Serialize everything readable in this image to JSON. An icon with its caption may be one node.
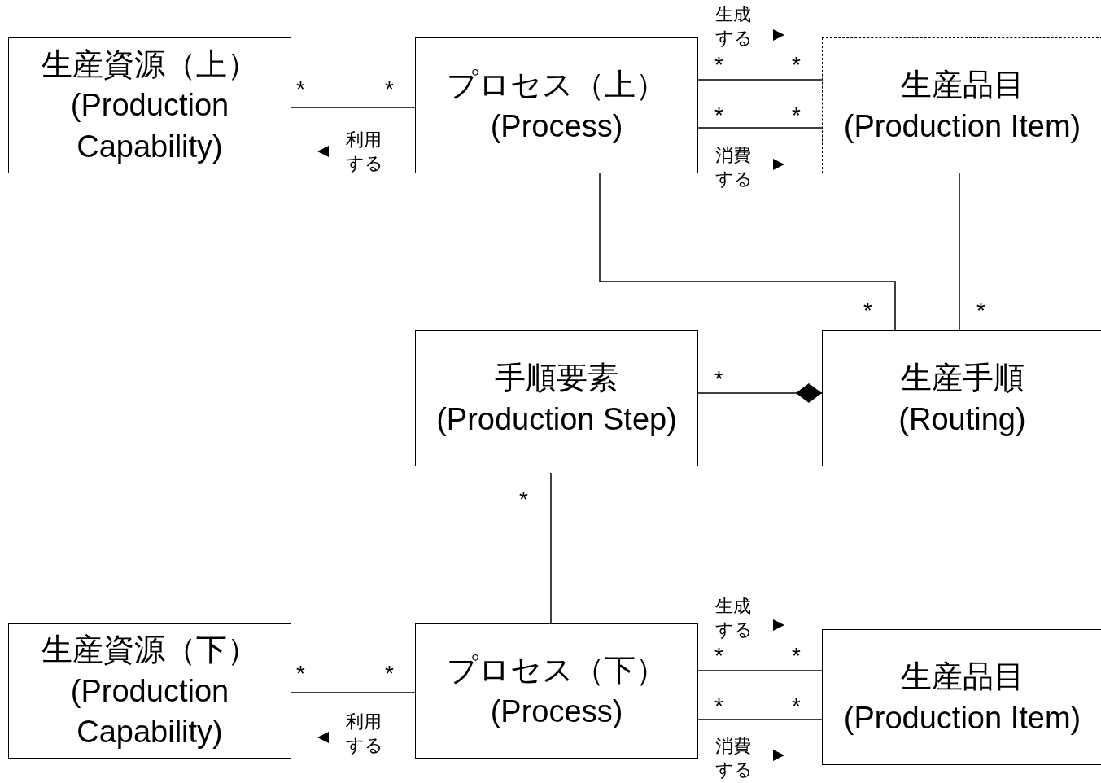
{
  "diagram": {
    "nodes": [
      {
        "text": [
          "生産資源（上）",
          "(Production Capability)"
        ]
      },
      {
        "text": [
          "プロセス（上）",
          "(Process)"
        ]
      },
      {
        "text": [
          "生産品目",
          "(Production Item)"
        ]
      },
      {
        "text": [
          "手順要素",
          "(Production Step)"
        ]
      },
      {
        "text": [
          "生産手順",
          "(Routing)"
        ]
      },
      {
        "text": [
          "生産資源（下）",
          "(Production Capability)"
        ]
      },
      {
        "text": [
          "プロセス（下）",
          "(Process)"
        ]
      },
      {
        "text": [
          "生産品目",
          "(Production Item)"
        ]
      }
    ],
    "edges": [
      {
        "from": 0,
        "to": 1,
        "arrow": "none",
        "label": "利用する"
      },
      {
        "from": 1,
        "to": 2,
        "arrow": "none",
        "label": "生成する"
      },
      {
        "from": 1,
        "to": 2,
        "arrow": "none",
        "label": "消費する"
      },
      {
        "from": 1,
        "to": 4,
        "arrow": "none"
      },
      {
        "from": 2,
        "to": 4,
        "arrow": "none"
      },
      {
        "from": 3,
        "to": 4,
        "arrow": "other"
      },
      {
        "from": 3,
        "to": 6,
        "arrow": "none"
      },
      {
        "from": 5,
        "to": 6,
        "arrow": "none",
        "label": "利用する"
      },
      {
        "from": 6,
        "to": 7,
        "arrow": "none",
        "label": "生成する"
      },
      {
        "from": 6,
        "to": 7,
        "arrow": "none",
        "label": "消費する"
      }
    ],
    "labels": [
      "*",
      "*",
      "*",
      "*",
      "*",
      "*",
      "*",
      "*",
      "*",
      "*",
      "*",
      "*",
      "*",
      "*",
      "*",
      "*"
    ]
  }
}
